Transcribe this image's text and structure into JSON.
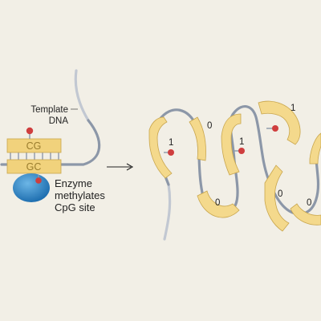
{
  "labels": {
    "template_line1": "Template",
    "template_line2": "DNA",
    "base_top": "CG",
    "base_bottom": "GC",
    "enzyme_line1": "Enzyme",
    "enzyme_line2": "methylates",
    "enzyme_line3": "CpG site"
  },
  "bits": [
    "1",
    "0",
    "1",
    "0",
    "1",
    "0",
    "0"
  ],
  "colors": {
    "background": "#f2efe6",
    "dna_strand": "#8c97a8",
    "segment_fill": "#f4d98c",
    "segment_edge": "#c9a64d",
    "methyl_dot": "#cf3e3e",
    "enzyme": "#2f86c8"
  }
}
